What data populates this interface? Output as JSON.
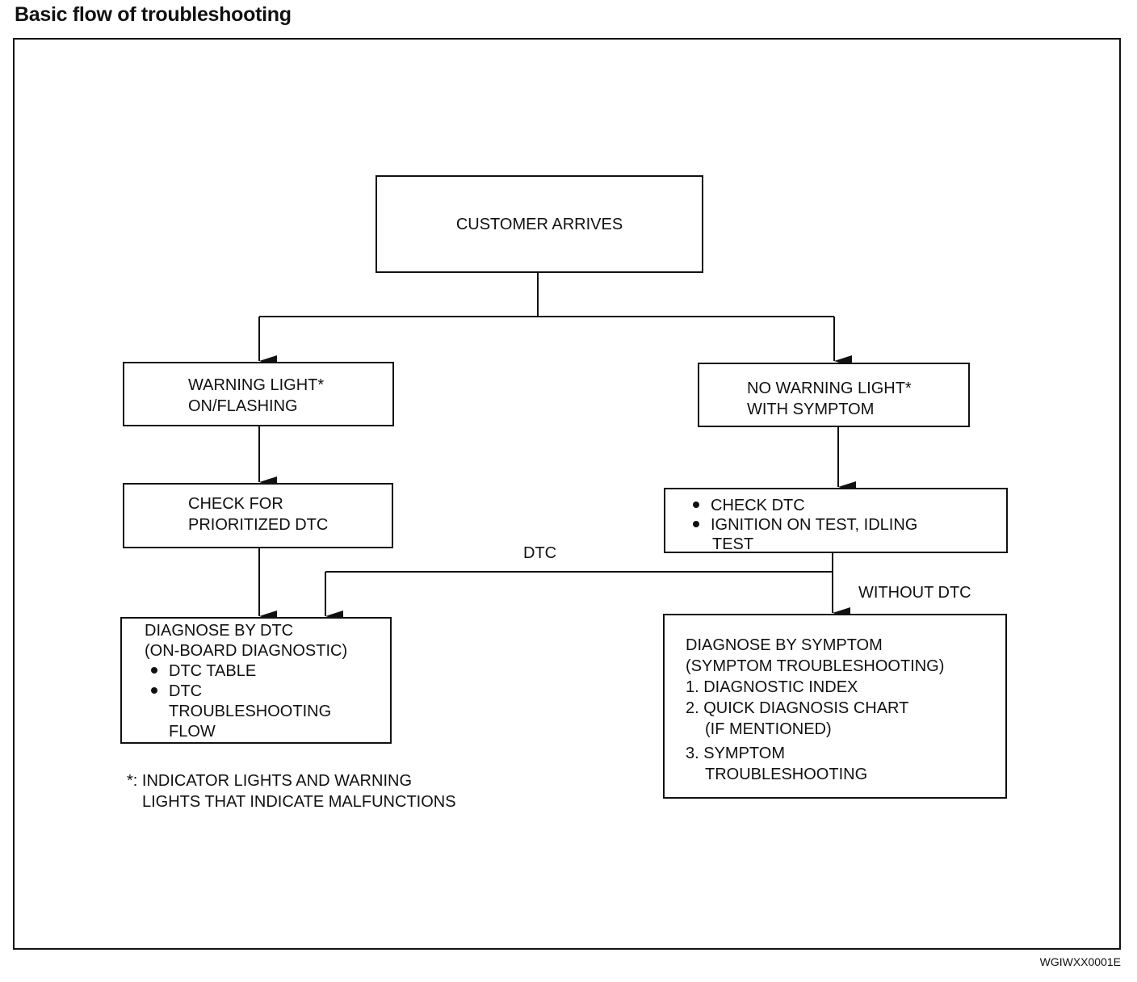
{
  "title": "Basic flow of troubleshooting",
  "figure_code": "WGIWXX0001E",
  "nodes": {
    "customer": {
      "text": "CUSTOMER ARRIVES"
    },
    "warning": {
      "lines": [
        "WARNING LIGHT*",
        "ON/FLASHING"
      ]
    },
    "no_warning": {
      "lines": [
        "NO WARNING LIGHT*",
        "WITH SYMPTOM"
      ]
    },
    "check_prioritized": {
      "lines": [
        "CHECK FOR",
        "PRIORITIZED DTC"
      ]
    },
    "check_dtc": {
      "bullets": [
        "CHECK DTC",
        "IGNITION ON TEST, IDLING"
      ],
      "continuation": "TEST"
    },
    "diagnose_dtc": {
      "lines": [
        "DIAGNOSE BY DTC",
        "(ON-BOARD DIAGNOSTIC)"
      ],
      "bullets": [
        "DTC TABLE",
        "DTC"
      ],
      "continuation": [
        "TROUBLESHOOTING",
        "FLOW"
      ]
    },
    "diagnose_symptom": {
      "lines": [
        "DIAGNOSE BY SYMPTOM",
        "(SYMPTOM TROUBLESHOOTING)"
      ],
      "items": [
        "1. DIAGNOSTIC INDEX",
        "2. QUICK DIAGNOSIS CHART",
        "(IF MENTIONED)",
        "3. SYMPTOM",
        "TROUBLESHOOTING"
      ]
    }
  },
  "edge_labels": {
    "dtc": "DTC",
    "without_dtc": "WITHOUT DTC"
  },
  "footnote": [
    "*: INDICATOR LIGHTS AND WARNING",
    "LIGHTS THAT INDICATE MALFUNCTIONS"
  ]
}
